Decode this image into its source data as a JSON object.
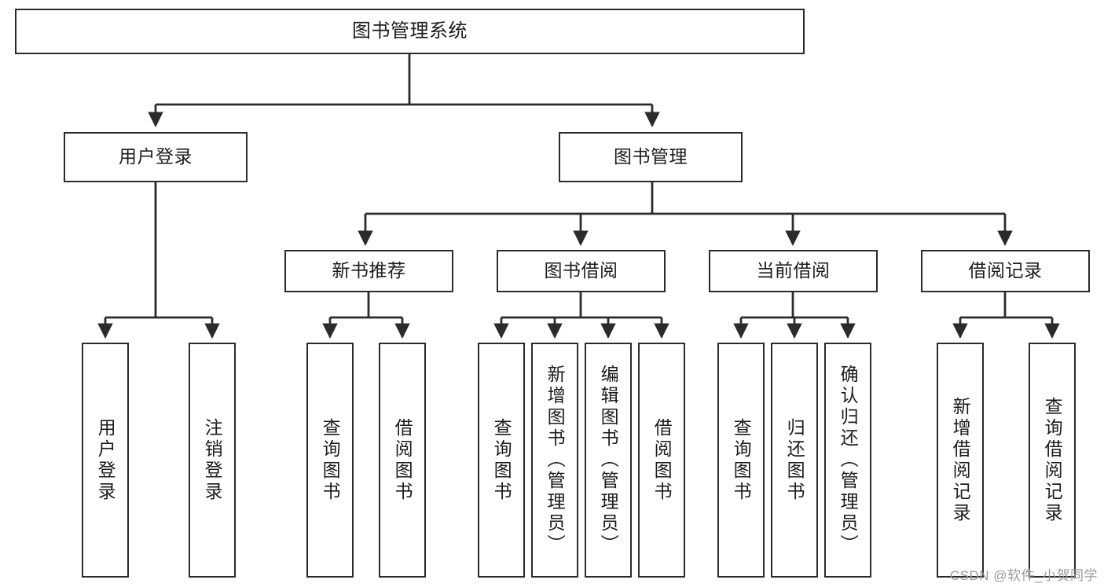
{
  "diagram": {
    "title": "图书管理系统",
    "type": "tree",
    "watermark": "CSDN @软件_小贺同学",
    "colors": {
      "box_border": "#2b2b2b",
      "box_fill": "#ffffff",
      "connector": "#2b2b2b",
      "text": "#1c1c1c",
      "watermark": "#9a9a9a"
    },
    "root": {
      "label": "图书管理系统"
    },
    "level2": [
      {
        "label": "用户登录"
      },
      {
        "label": "图书管理"
      }
    ],
    "level3": [
      {
        "label": "新书推荐"
      },
      {
        "label": "图书借阅"
      },
      {
        "label": "当前借阅"
      },
      {
        "label": "借阅记录"
      }
    ],
    "leaves": {
      "user_login": [
        {
          "label": "用户登录"
        },
        {
          "label": "注销登录"
        }
      ],
      "new_book": [
        {
          "label": "查询图书"
        },
        {
          "label": "借阅图书"
        }
      ],
      "book_borrow": [
        {
          "label": "查询图书"
        },
        {
          "label": "新增图书（管理员）"
        },
        {
          "label": "编辑图书（管理员）"
        },
        {
          "label": "借阅图书"
        }
      ],
      "current_borrow": [
        {
          "label": "查询图书"
        },
        {
          "label": "归还图书"
        },
        {
          "label": "确认归还（管理员）"
        }
      ],
      "borrow_record": [
        {
          "label": "新增借阅记录"
        },
        {
          "label": "查询借阅记录"
        }
      ]
    }
  }
}
